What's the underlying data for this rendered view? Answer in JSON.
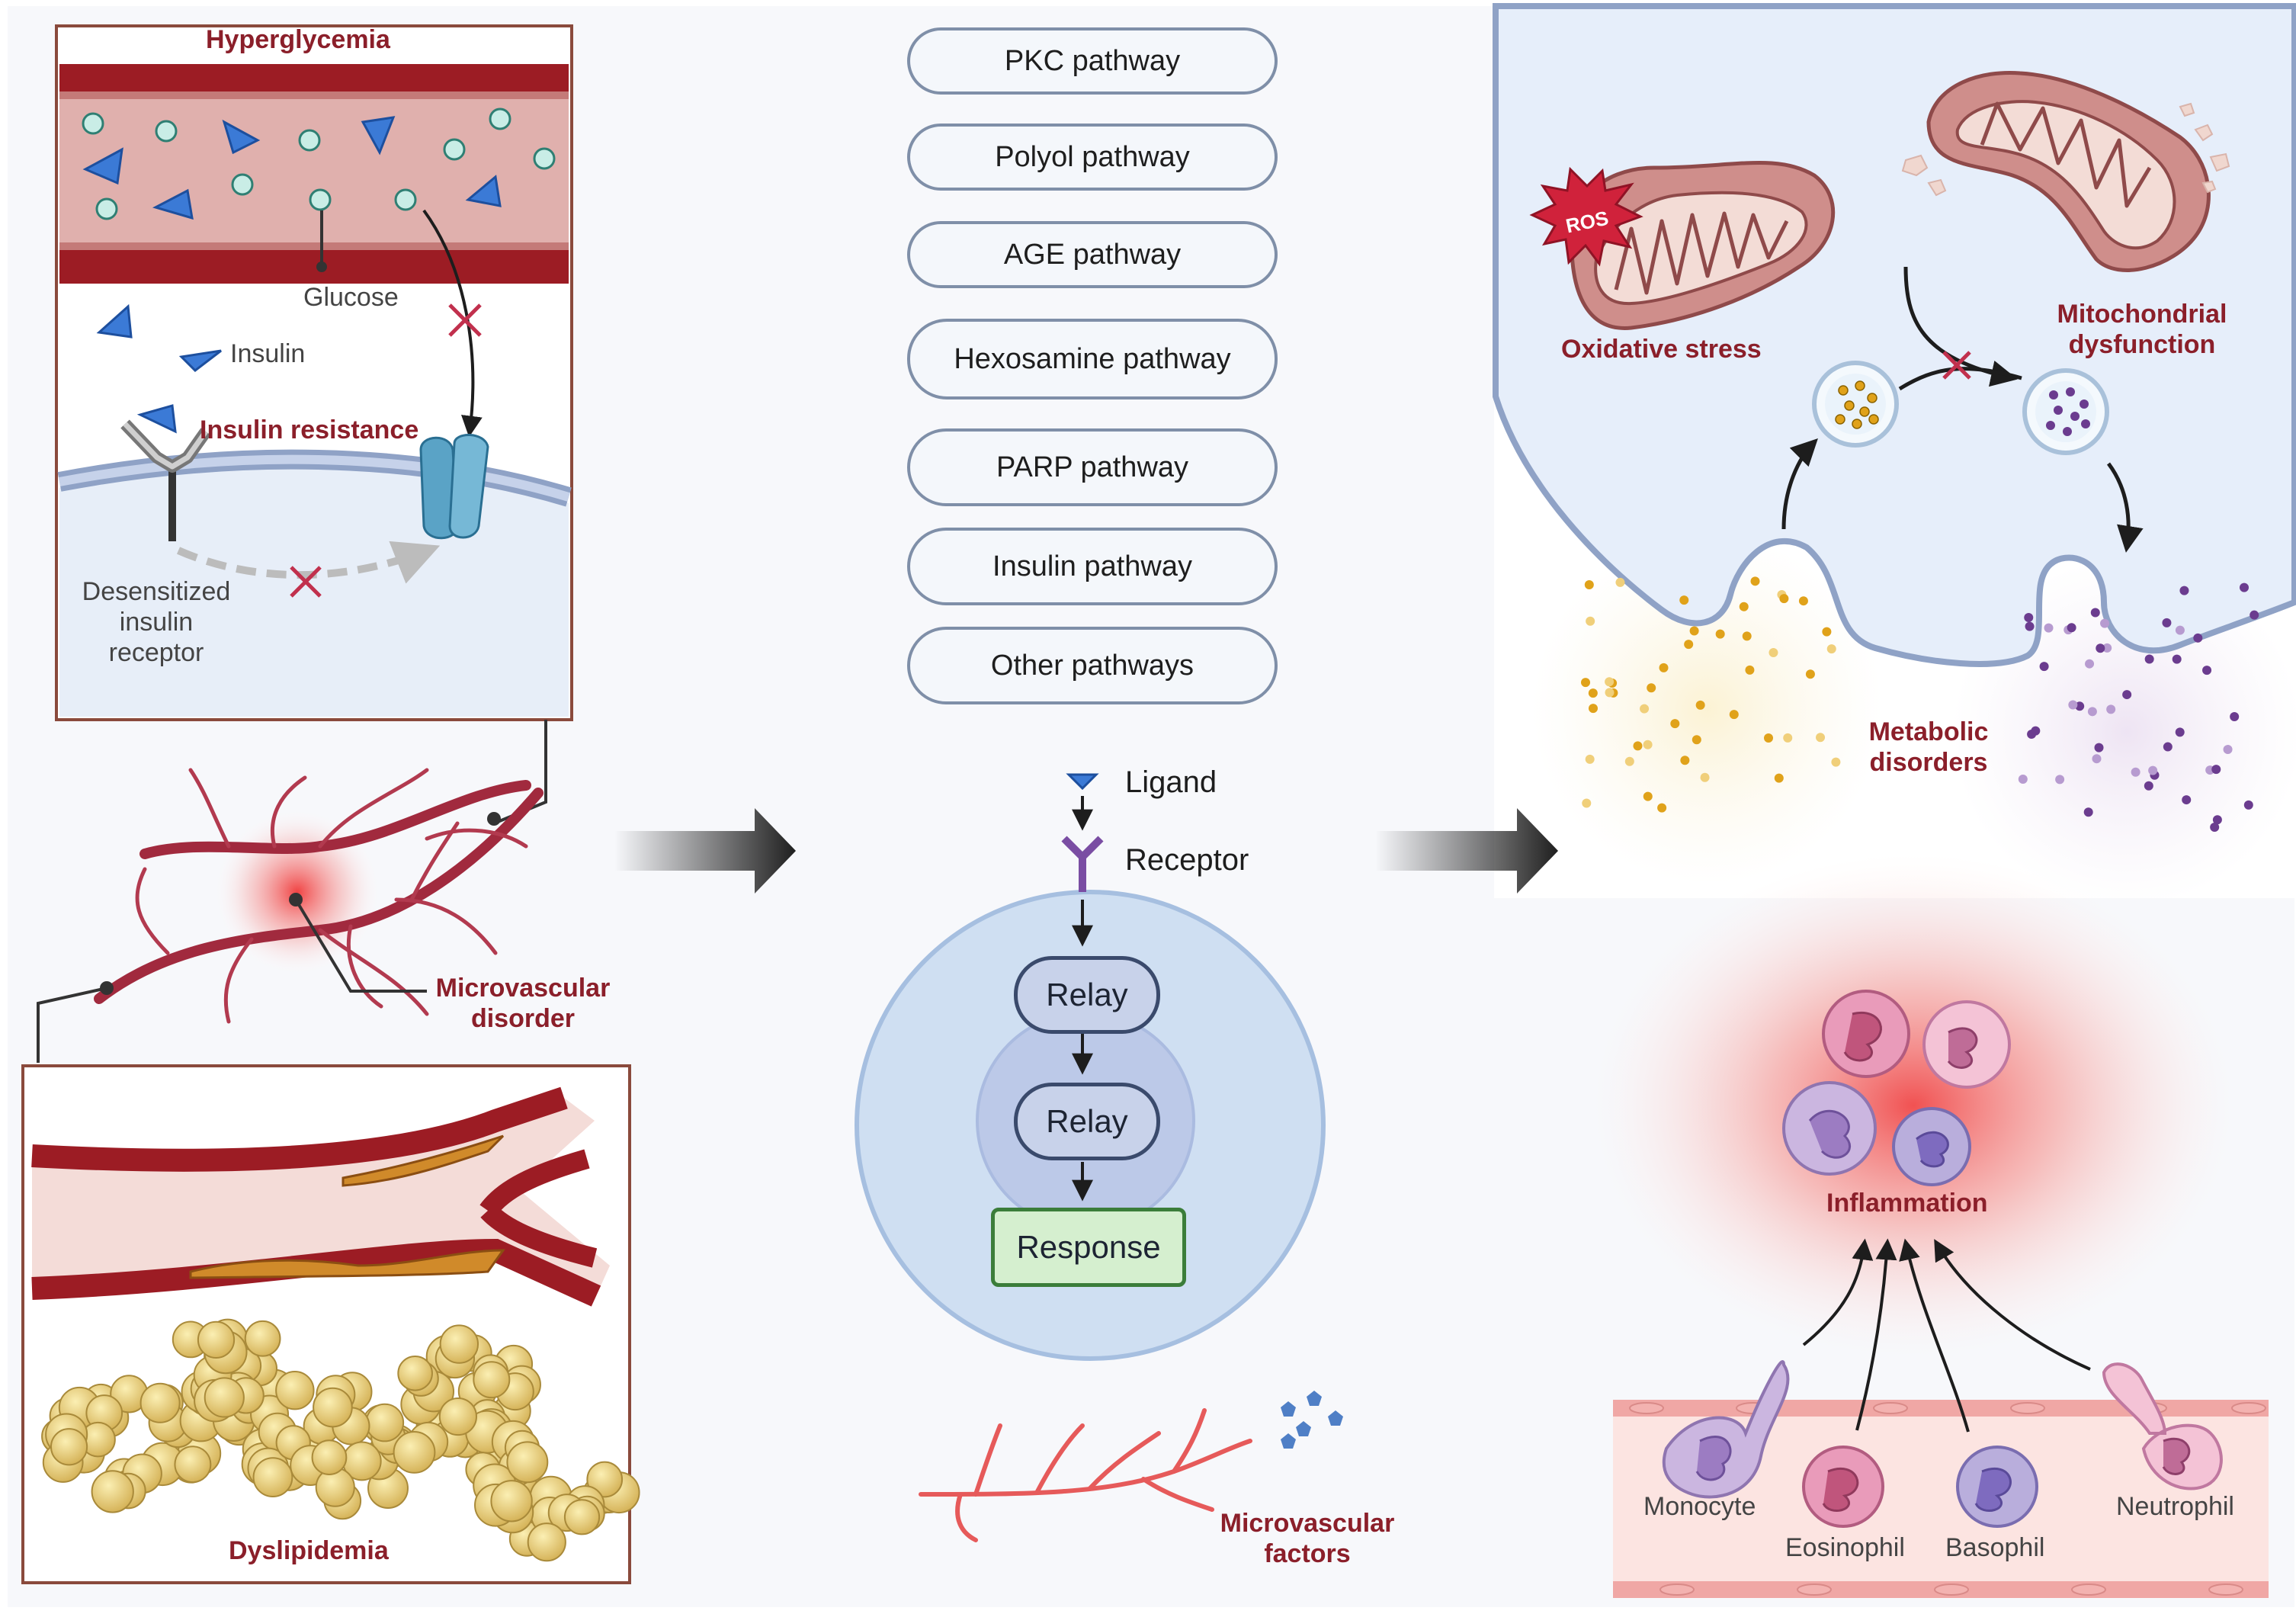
{
  "panel_left": {
    "hyperglycemia_title": "Hyperglycemia",
    "glucose_label": "Glucose",
    "insulin_label": "Insulin",
    "insulin_resistance_label": "Insulin resistance",
    "receptor_label": "Desensitized insulin receptor",
    "microvascular_disorder_label": "Microvascular disorder",
    "dyslipidemia_label": "Dyslipidemia"
  },
  "pathways": [
    {
      "label": "PKC pathway"
    },
    {
      "label": "Polyol pathway"
    },
    {
      "label": "AGE pathway"
    },
    {
      "label": "Hexosamine pathway"
    },
    {
      "label": "PARP pathway"
    },
    {
      "label": "Insulin pathway"
    },
    {
      "label": "Other pathways"
    }
  ],
  "signaling": {
    "ligand_label": "Ligand",
    "receptor_label": "Receptor",
    "relay_1": "Relay",
    "relay_2": "Relay",
    "response": "Response"
  },
  "microvascular_factors_label": "Microvascular factors",
  "panel_right": {
    "ros_label": "ROS",
    "oxidative_stress_label": "Oxidative stress",
    "mitochondrial_dysfunction_label": "Mitochondrial dysfunction",
    "metabolic_disorders_label": "Metabolic disorders",
    "inflammation_label": "Inflammation",
    "cells": {
      "monocyte": "Monocyte",
      "eosinophil": "Eosinophil",
      "basophil": "Basophil",
      "neutrophil": "Neutrophil"
    }
  },
  "colors": {
    "label_dark_red": "#8b1f2a",
    "vessel_red": "#9c1c24",
    "vessel_lumen": "#dca8a6",
    "membrane": "#8fa2c6",
    "cell_fill": "#cfdff2",
    "response_green": "#d5efcf",
    "relay_fill": "#c8d2ea",
    "inflammation_glow": "#f37b78"
  }
}
